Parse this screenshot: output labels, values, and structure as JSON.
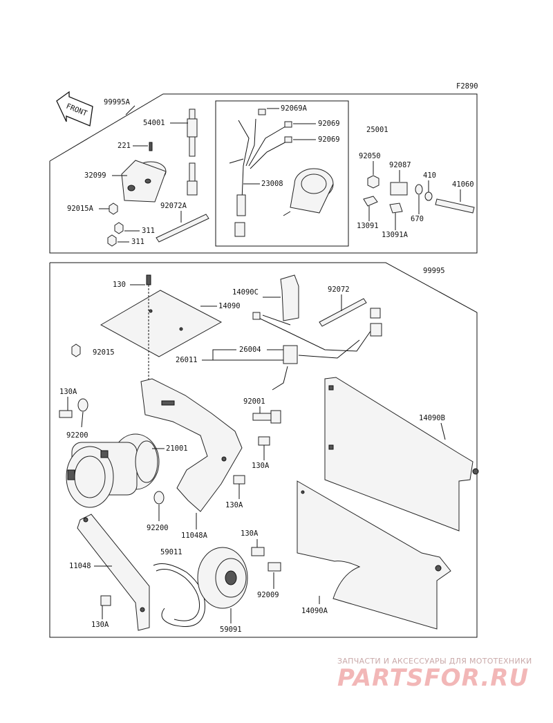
{
  "figure_code": "F2890",
  "front_label": "FRONT",
  "kit_upper": "99995A",
  "kit_lower": "99995",
  "parts_upper": [
    {
      "id": "p-54001",
      "label": "54001"
    },
    {
      "id": "p-221",
      "label": "221"
    },
    {
      "id": "p-32099",
      "label": "32099"
    },
    {
      "id": "p-92015A",
      "label": "92015A"
    },
    {
      "id": "p-311a",
      "label": "311"
    },
    {
      "id": "p-311b",
      "label": "311"
    },
    {
      "id": "p-92072A",
      "label": "92072A"
    },
    {
      "id": "p-92069A",
      "label": "92069A"
    },
    {
      "id": "p-92069a",
      "label": "92069"
    },
    {
      "id": "p-92069b",
      "label": "92069"
    },
    {
      "id": "p-23008",
      "label": "23008"
    },
    {
      "id": "p-25001",
      "label": "25001"
    },
    {
      "id": "p-92050",
      "label": "92050"
    },
    {
      "id": "p-92087",
      "label": "92087"
    },
    {
      "id": "p-410",
      "label": "410"
    },
    {
      "id": "p-41060",
      "label": "41060"
    },
    {
      "id": "p-13091",
      "label": "13091"
    },
    {
      "id": "p-670",
      "label": "670"
    },
    {
      "id": "p-13091A",
      "label": "13091A"
    }
  ],
  "parts_lower": [
    {
      "id": "p-130top",
      "label": "130"
    },
    {
      "id": "p-14090C",
      "label": "14090C"
    },
    {
      "id": "p-92072",
      "label": "92072"
    },
    {
      "id": "p-14090",
      "label": "14090"
    },
    {
      "id": "p-92015",
      "label": "92015"
    },
    {
      "id": "p-26004",
      "label": "26004"
    },
    {
      "id": "p-26011",
      "label": "26011"
    },
    {
      "id": "p-130A-1",
      "label": "130A"
    },
    {
      "id": "p-92001",
      "label": "92001"
    },
    {
      "id": "p-14090B",
      "label": "14090B"
    },
    {
      "id": "p-92200a",
      "label": "92200"
    },
    {
      "id": "p-21001",
      "label": "21001"
    },
    {
      "id": "p-130A-2",
      "label": "130A"
    },
    {
      "id": "p-130A-3",
      "label": "130A"
    },
    {
      "id": "p-92200b",
      "label": "92200"
    },
    {
      "id": "p-11048A",
      "label": "11048A"
    },
    {
      "id": "p-130A-4",
      "label": "130A"
    },
    {
      "id": "p-59011",
      "label": "59011"
    },
    {
      "id": "p-11048",
      "label": "11048"
    },
    {
      "id": "p-92009",
      "label": "92009"
    },
    {
      "id": "p-130A-5",
      "label": "130A"
    },
    {
      "id": "p-59091",
      "label": "59091"
    },
    {
      "id": "p-14090A",
      "label": "14090A"
    }
  ],
  "watermark": {
    "tagline": "ЗАПЧАСТИ И АКСЕССУАРЫ ДЛЯ МОТОТЕХНИКИ",
    "logo": "PARTSFOR.RU",
    "color": "#e88a8a"
  }
}
